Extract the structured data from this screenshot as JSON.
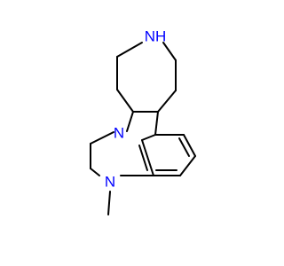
{
  "molecule": {
    "atom_labels": {
      "nh": "NH",
      "n_indoline": "N",
      "n_methyl": "N"
    },
    "colors": {
      "bond": "#000000",
      "heteroatom": "#0000ff",
      "background": "#ffffff"
    }
  }
}
